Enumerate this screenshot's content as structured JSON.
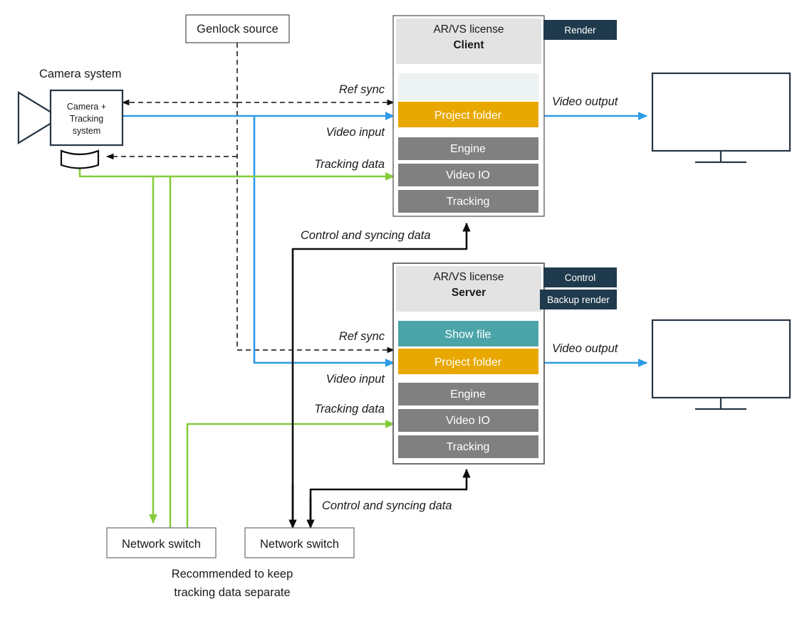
{
  "diagram": {
    "title": "AR/VS Client-Server signal flow diagram",
    "colors": {
      "video_blue": "#2E9BE6",
      "tracking_green": "#86CB3C",
      "control_black": "#0D0D0D",
      "badge_navy": "#1F3A4D",
      "project_orange": "#E8A800",
      "show_file_teal": "#4BA5A8",
      "module_gray": "#808080",
      "header_gray": "#E3E3E3",
      "empty_slot": "#EDF3F3",
      "outline_dark": "#263645"
    },
    "nodes": {
      "camera_system_label": "Camera system",
      "camera_box": {
        "line1": "Camera +",
        "line2": "Tracking",
        "line3": "system"
      },
      "genlock": "Genlock source",
      "client": {
        "license": "AR/VS license",
        "role": "Client",
        "badges": [
          "Render"
        ],
        "stripes": [
          {
            "label": "",
            "kind": "empty"
          },
          {
            "label": "Project folder",
            "kind": "orange"
          },
          {
            "label": "Engine",
            "kind": "gray"
          },
          {
            "label": "Video IO",
            "kind": "gray"
          },
          {
            "label": "Tracking",
            "kind": "gray"
          }
        ]
      },
      "server": {
        "license": "AR/VS license",
        "role": "Server",
        "badges": [
          "Control",
          "Backup render"
        ],
        "stripes": [
          {
            "label": "Show file",
            "kind": "teal"
          },
          {
            "label": "Project folder",
            "kind": "orange"
          },
          {
            "label": "Engine",
            "kind": "gray"
          },
          {
            "label": "Video IO",
            "kind": "gray"
          },
          {
            "label": "Tracking",
            "kind": "gray"
          }
        ]
      },
      "switch_tracking": "Network switch",
      "switch_control": "Network switch",
      "monitor_top": "",
      "monitor_bottom": ""
    },
    "edge_labels": {
      "ref_sync_client": "Ref sync",
      "video_input_client": "Video input",
      "tracking_data_client": "Tracking data",
      "video_output_client": "Video output",
      "control_sync_client": "Control and syncing data",
      "ref_sync_server": "Ref sync",
      "video_input_server": "Video input",
      "tracking_data_server": "Tracking data",
      "video_output_server": "Video output",
      "control_sync_server": "Control and syncing data"
    },
    "caption": {
      "line1": "Recommended to keep",
      "line2": "tracking data separate"
    }
  }
}
